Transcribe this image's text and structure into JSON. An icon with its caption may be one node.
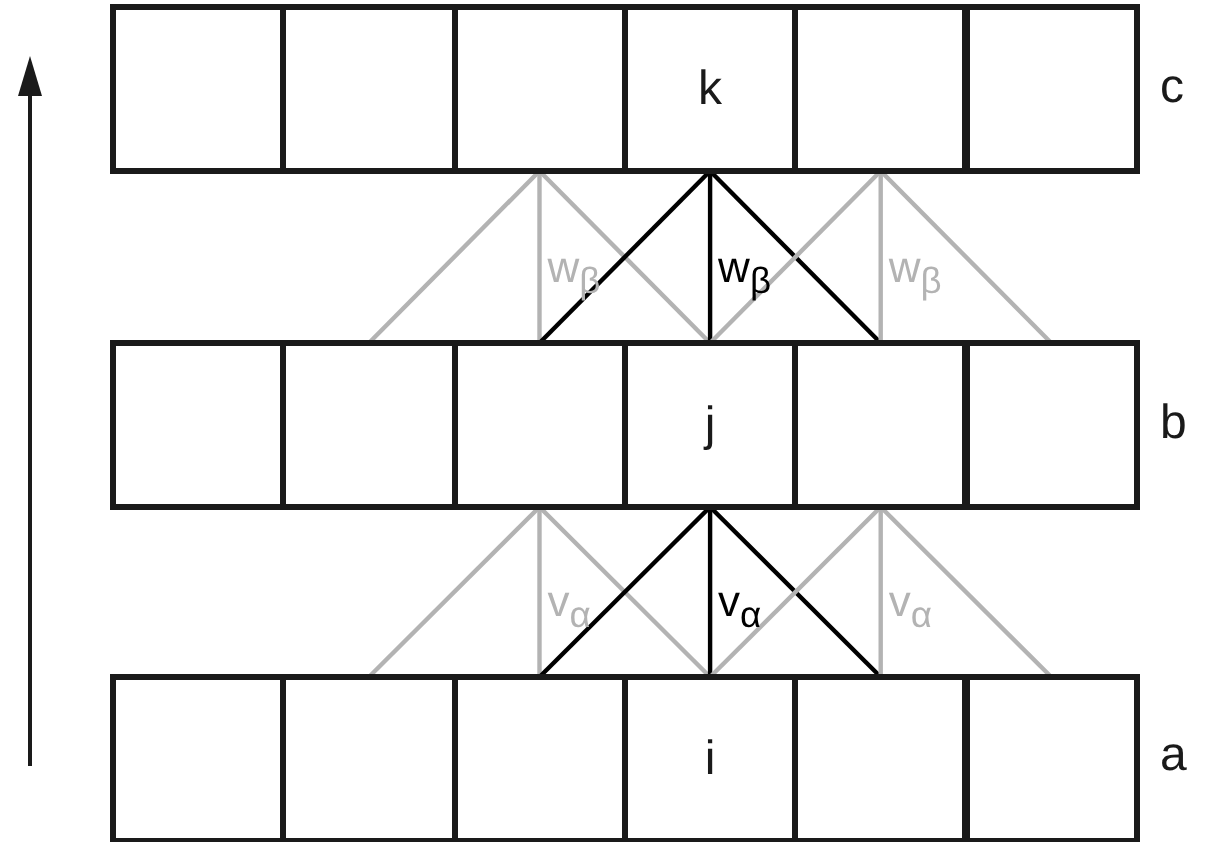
{
  "diagram": {
    "nodes": [
      {
        "text": [],
        "shape": "box"
      },
      {
        "text": [],
        "shape": "box"
      },
      {
        "text": [],
        "shape": "box"
      },
      {
        "text": [
          "k"
        ]
      },
      {
        "text": [],
        "shape": "box"
      },
      {
        "text": [],
        "shape": "box"
      },
      {
        "text": [],
        "shape": "box"
      },
      {
        "text": [],
        "shape": "box"
      },
      {
        "text": [],
        "shape": "box"
      },
      {
        "text": [
          "j"
        ]
      },
      {
        "text": [],
        "shape": "box"
      },
      {
        "text": [],
        "shape": "box"
      },
      {
        "text": [],
        "shape": "box"
      },
      {
        "text": [],
        "shape": "box"
      },
      {
        "text": [],
        "shape": "box"
      },
      {
        "text": [
          "i"
        ]
      },
      {
        "text": [],
        "shape": "box"
      },
      {
        "text": [],
        "shape": "box"
      }
    ],
    "edges": [
      {
        "from": 7,
        "to": 2,
        "arrow": "none"
      },
      {
        "from": 8,
        "to": 2,
        "arrow": "none"
      },
      {
        "from": 9,
        "to": 2,
        "arrow": "none",
        "label": "w$_{β}$"
      },
      {
        "from": 8,
        "to": 3,
        "arrow": "none",
        "color": "#000000"
      },
      {
        "from": 9,
        "to": 3,
        "arrow": "none",
        "color": "#000000",
        "label": "w$_{β}$"
      },
      {
        "from": 10,
        "to": 3,
        "arrow": "none",
        "color": "#000000"
      },
      {
        "from": 9,
        "to": 4,
        "arrow": "none"
      },
      {
        "from": 10,
        "to": 4,
        "arrow": "none",
        "label": "w$_{β}$"
      },
      {
        "from": 11,
        "to": 4,
        "arrow": "none"
      },
      {
        "from": 13,
        "to": 8,
        "arrow": "none"
      },
      {
        "from": 14,
        "to": 8,
        "arrow": "none"
      },
      {
        "from": 15,
        "to": 8,
        "arrow": "none",
        "label": "v$_{α}$"
      },
      {
        "from": 14,
        "to": 9,
        "arrow": "none",
        "color": "#000000"
      },
      {
        "from": 15,
        "to": 9,
        "arrow": "none",
        "color": "#000000",
        "label": "v$_{α}$"
      },
      {
        "from": 16,
        "to": 9,
        "arrow": "none",
        "color": "#000000"
      },
      {
        "from": 15,
        "to": 10,
        "arrow": "none"
      },
      {
        "from": 16,
        "to": 10,
        "arrow": "none",
        "label": "v$_{α}$"
      },
      {
        "from": 17,
        "to": 10,
        "arrow": "none"
      }
    ],
    "labels": [
      "c",
      "b",
      "a"
    ]
  }
}
